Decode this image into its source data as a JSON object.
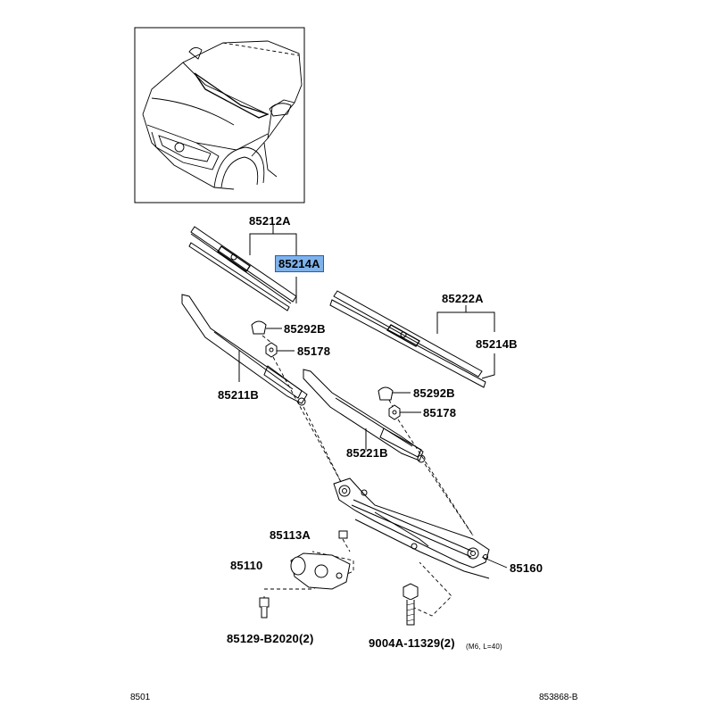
{
  "parts": {
    "blade_front_assy": "85212A",
    "blade_rubber_highlighted": "85214A",
    "blade_rear_assy": "85222A",
    "blade_rubber_b": "85214B",
    "arm_cap_upper": "85292B",
    "arm_nut_upper": "85178",
    "arm_left": "85211B",
    "arm_cap_lower": "85292B",
    "arm_nut_lower": "85178",
    "arm_right": "85221B",
    "link_grommet": "85113A",
    "motor": "85110",
    "link_assy": "85160",
    "motor_bolt": "85129-B2020(2)",
    "link_bolt": "9004A-11329(2)",
    "link_bolt_spec": "(M6, L=40)"
  },
  "footer": {
    "page_code": "8501",
    "figure_code": "853868-B"
  },
  "colors": {
    "highlight": "#7fb2ea",
    "highlight_border": "#1b5fc4",
    "line": "#000000"
  }
}
